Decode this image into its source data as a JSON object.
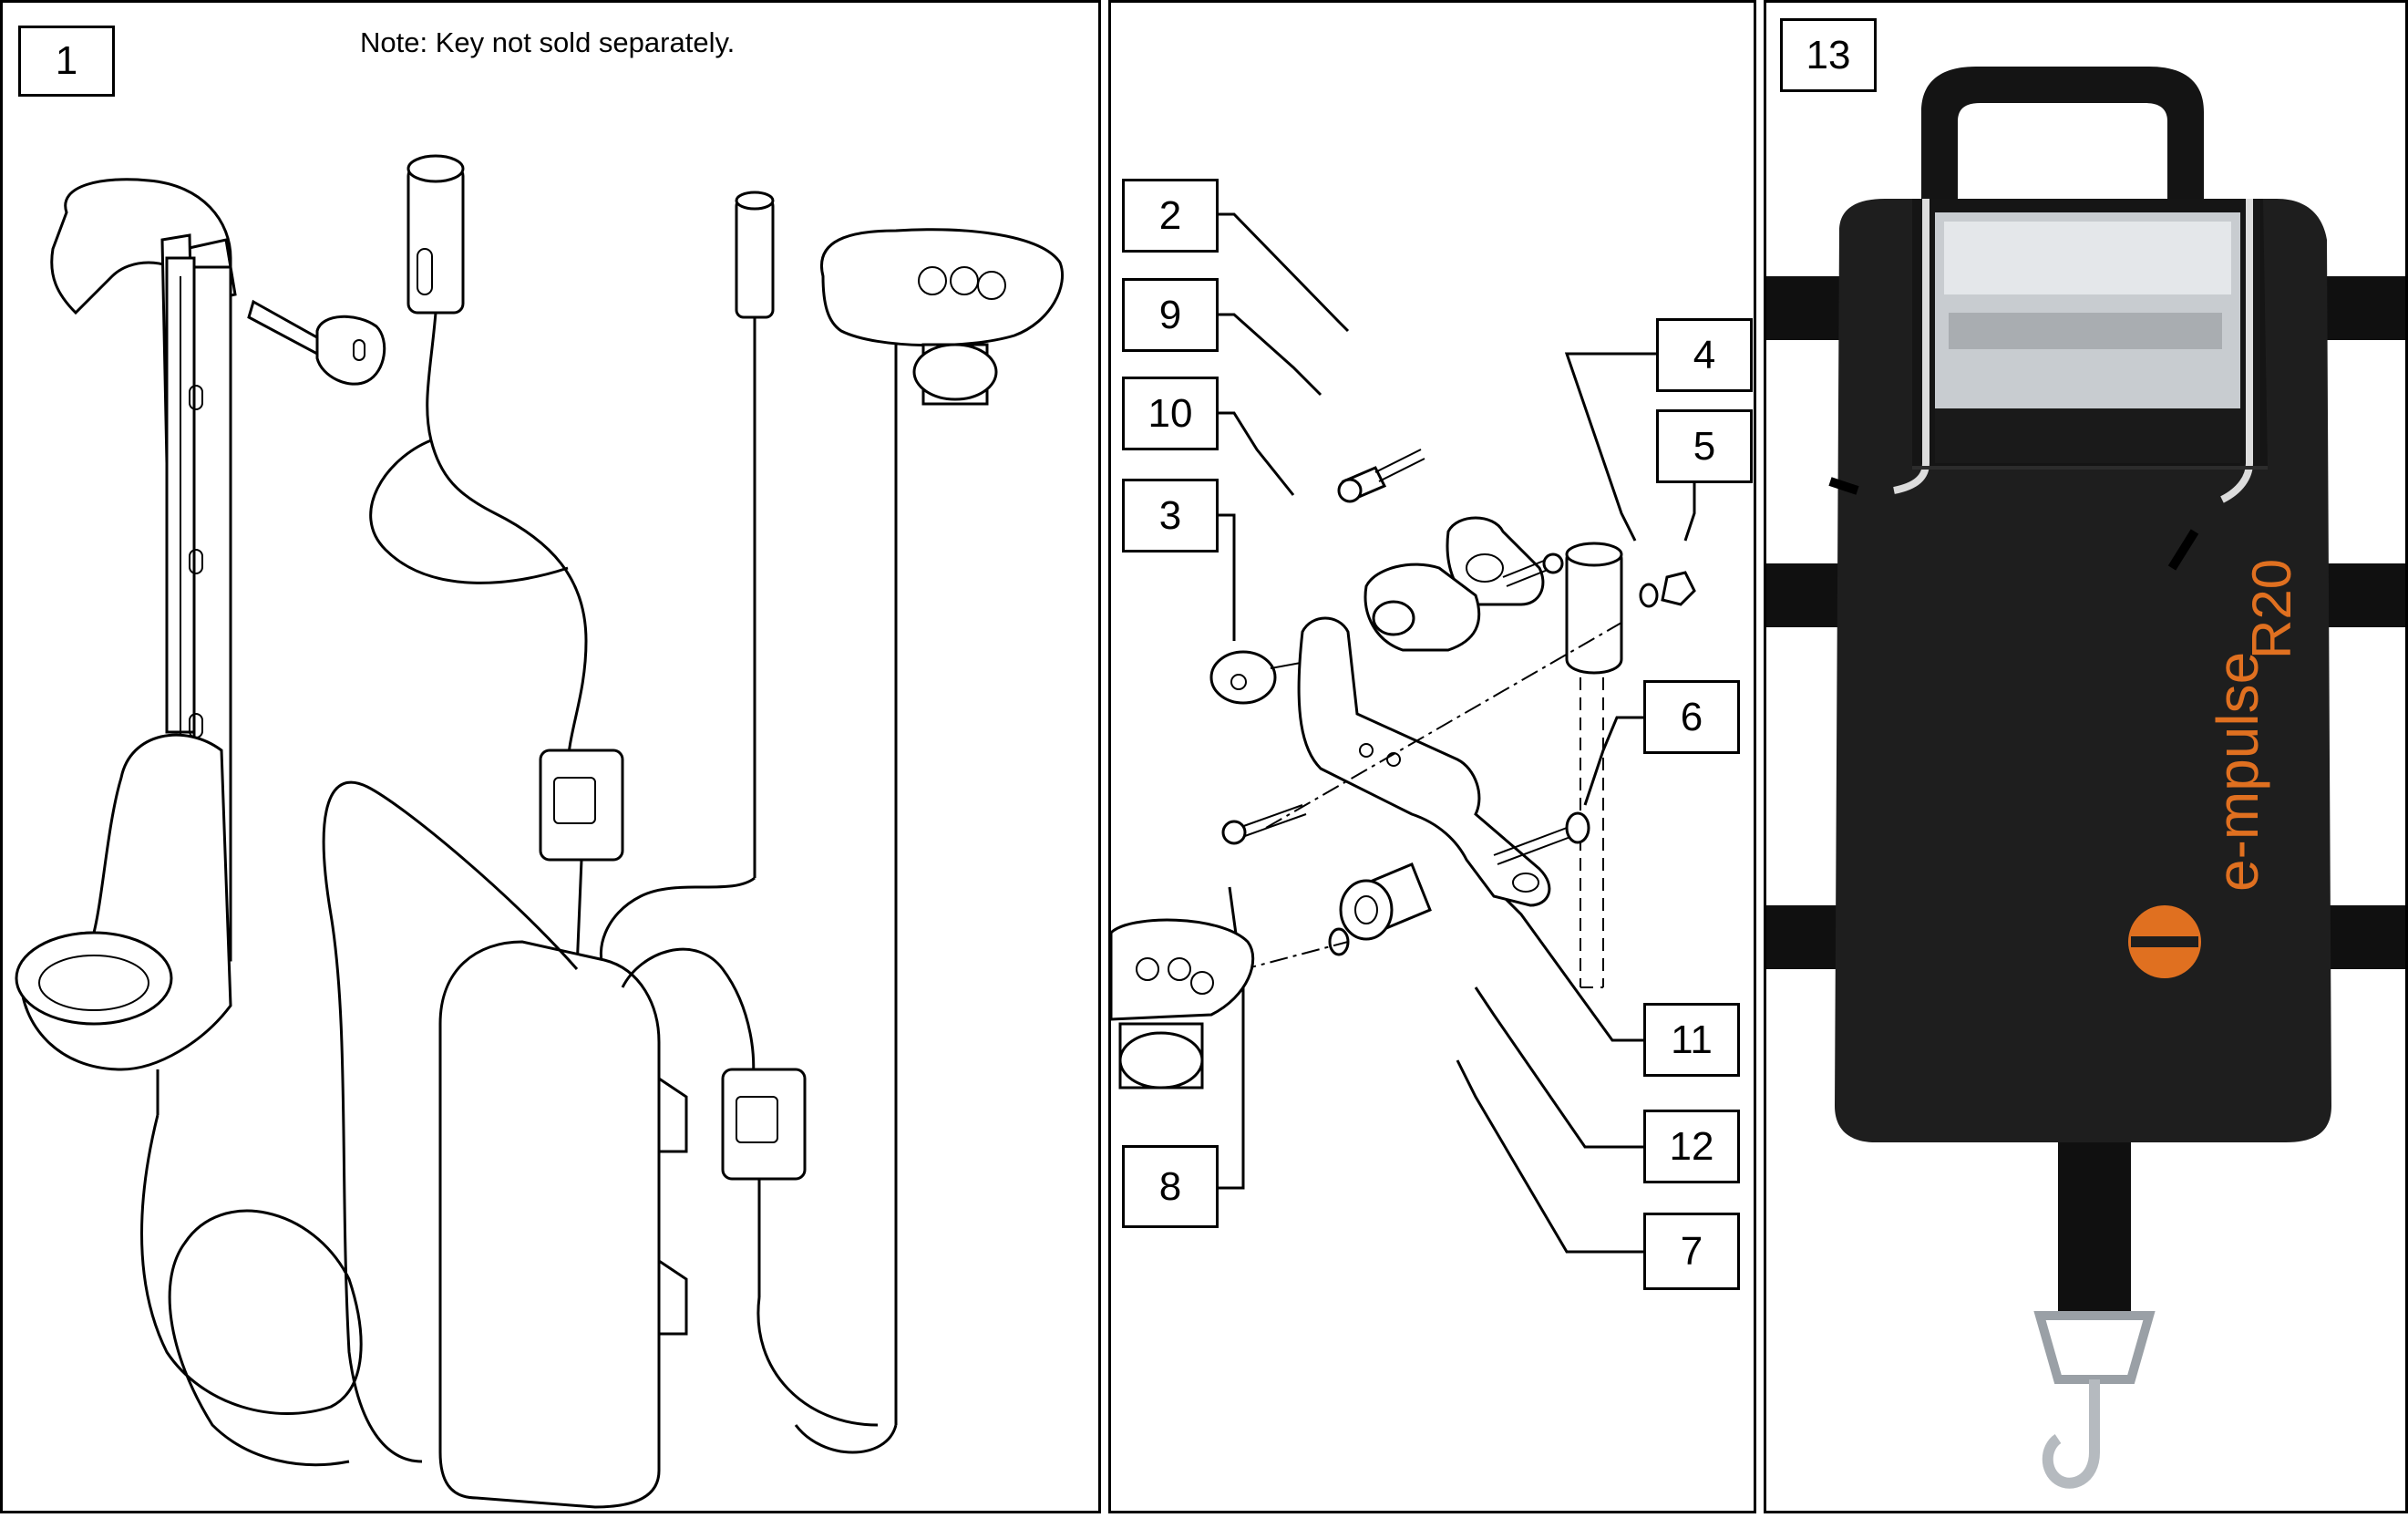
{
  "panels": [
    {
      "id": "panel-1",
      "label": "1",
      "note": "Note: Key not sold separately."
    },
    {
      "id": "panel-2",
      "callouts": [
        "2",
        "9",
        "10",
        "3",
        "4",
        "5",
        "6",
        "8",
        "11",
        "12",
        "7"
      ]
    },
    {
      "id": "panel-3",
      "label": "13",
      "brand_text": "e-mpulse",
      "model_text": "R20",
      "colors": {
        "bag": "#1e1e1e",
        "brand": "#e07020",
        "strap": "#101010"
      }
    }
  ]
}
